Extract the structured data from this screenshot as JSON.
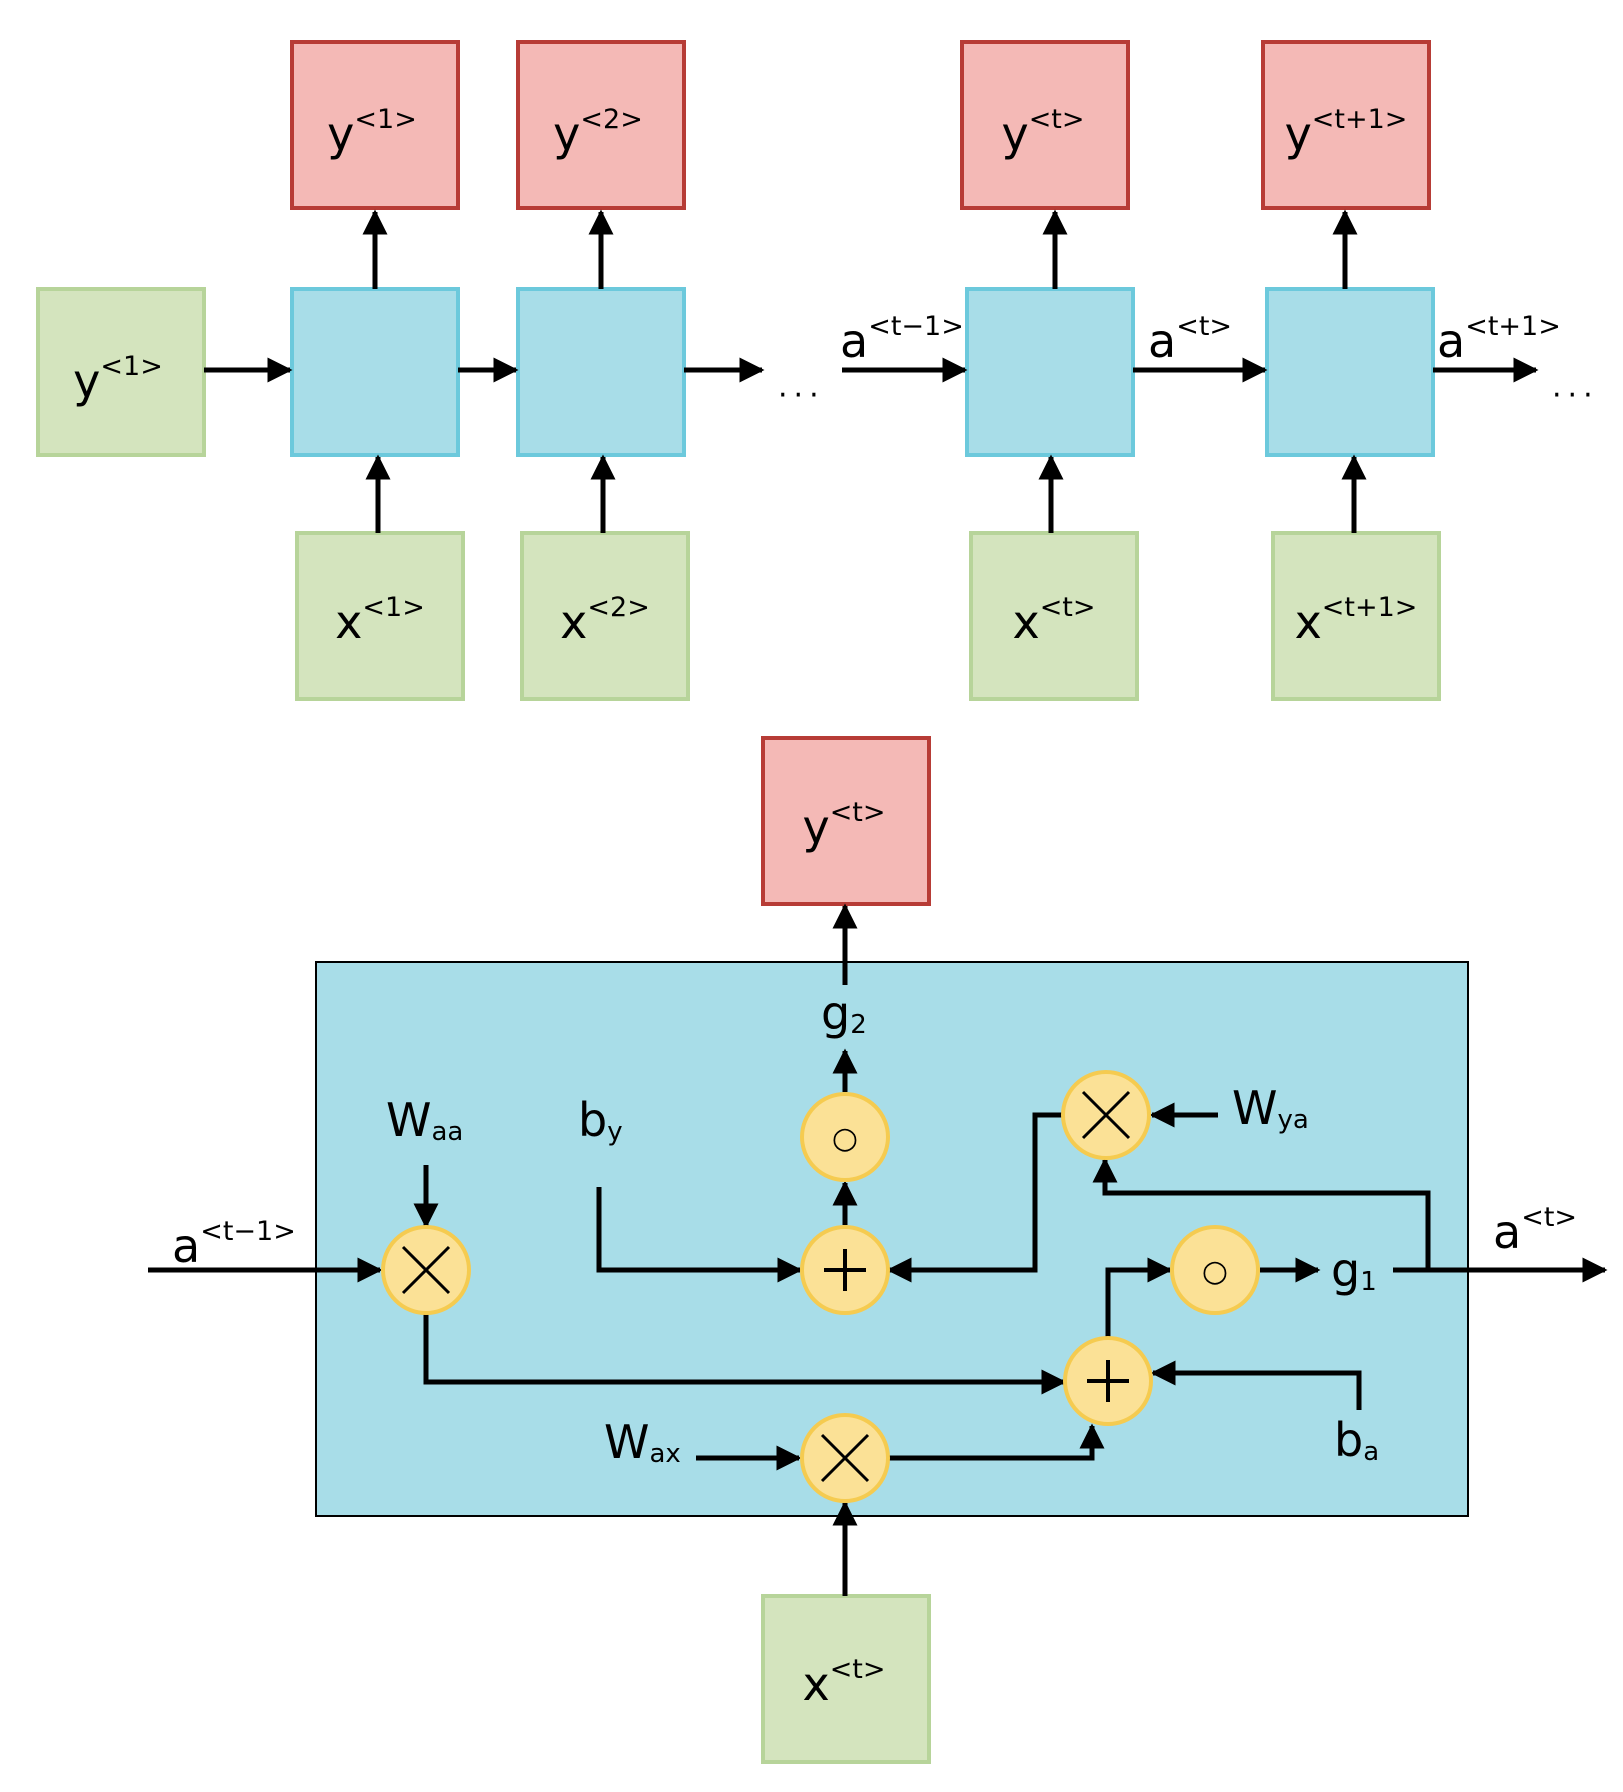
{
  "colors": {
    "cell_fill": "#a8dde8",
    "cell_stroke": "#6cc9dc",
    "output_fill": "#f4b9b6",
    "output_stroke": "#b73c36",
    "input_fill": "#d4e4be",
    "input_stroke": "#b7d49a",
    "op_fill": "#fbe196",
    "op_stroke": "#f5cb50",
    "line": "#000000"
  },
  "top": {
    "outputs": [
      {
        "base": "y",
        "sup": "<1>"
      },
      {
        "base": "y",
        "sup": "<2>"
      },
      {
        "base": "y",
        "sup": "<t>"
      },
      {
        "base": "y",
        "sup": "<t+1>"
      }
    ],
    "inputs": [
      {
        "base": "x",
        "sup": "<1>"
      },
      {
        "base": "x",
        "sup": "<2>"
      },
      {
        "base": "x",
        "sup": "<t>"
      },
      {
        "base": "x",
        "sup": "<t+1>"
      }
    ],
    "initial": {
      "base": "y",
      "sup": "<1>"
    },
    "edges": [
      {
        "base": "a",
        "sup": "<t−1>"
      },
      {
        "base": "a",
        "sup": "<t>"
      },
      {
        "base": "a",
        "sup": "<t+1>"
      }
    ],
    "ellipsis": "···"
  },
  "bottom": {
    "output": {
      "base": "y",
      "sup": "<t>"
    },
    "input": {
      "base": "x",
      "sup": "<t>"
    },
    "a_prev": {
      "base": "a",
      "sup": "<t−1>"
    },
    "a_next": {
      "base": "a",
      "sup": "<t>"
    },
    "w_aa": {
      "base": "W",
      "sub": "aa"
    },
    "w_ax": {
      "base": "W",
      "sub": "ax"
    },
    "w_ya": {
      "base": "W",
      "sub": "ya"
    },
    "b_y": {
      "base": "b",
      "sub": "y"
    },
    "b_a": {
      "base": "b",
      "sub": "a"
    },
    "g1": {
      "base": "g",
      "sub": "1"
    },
    "g2": {
      "base": "g",
      "sub": "2"
    },
    "circle_op": "○"
  }
}
